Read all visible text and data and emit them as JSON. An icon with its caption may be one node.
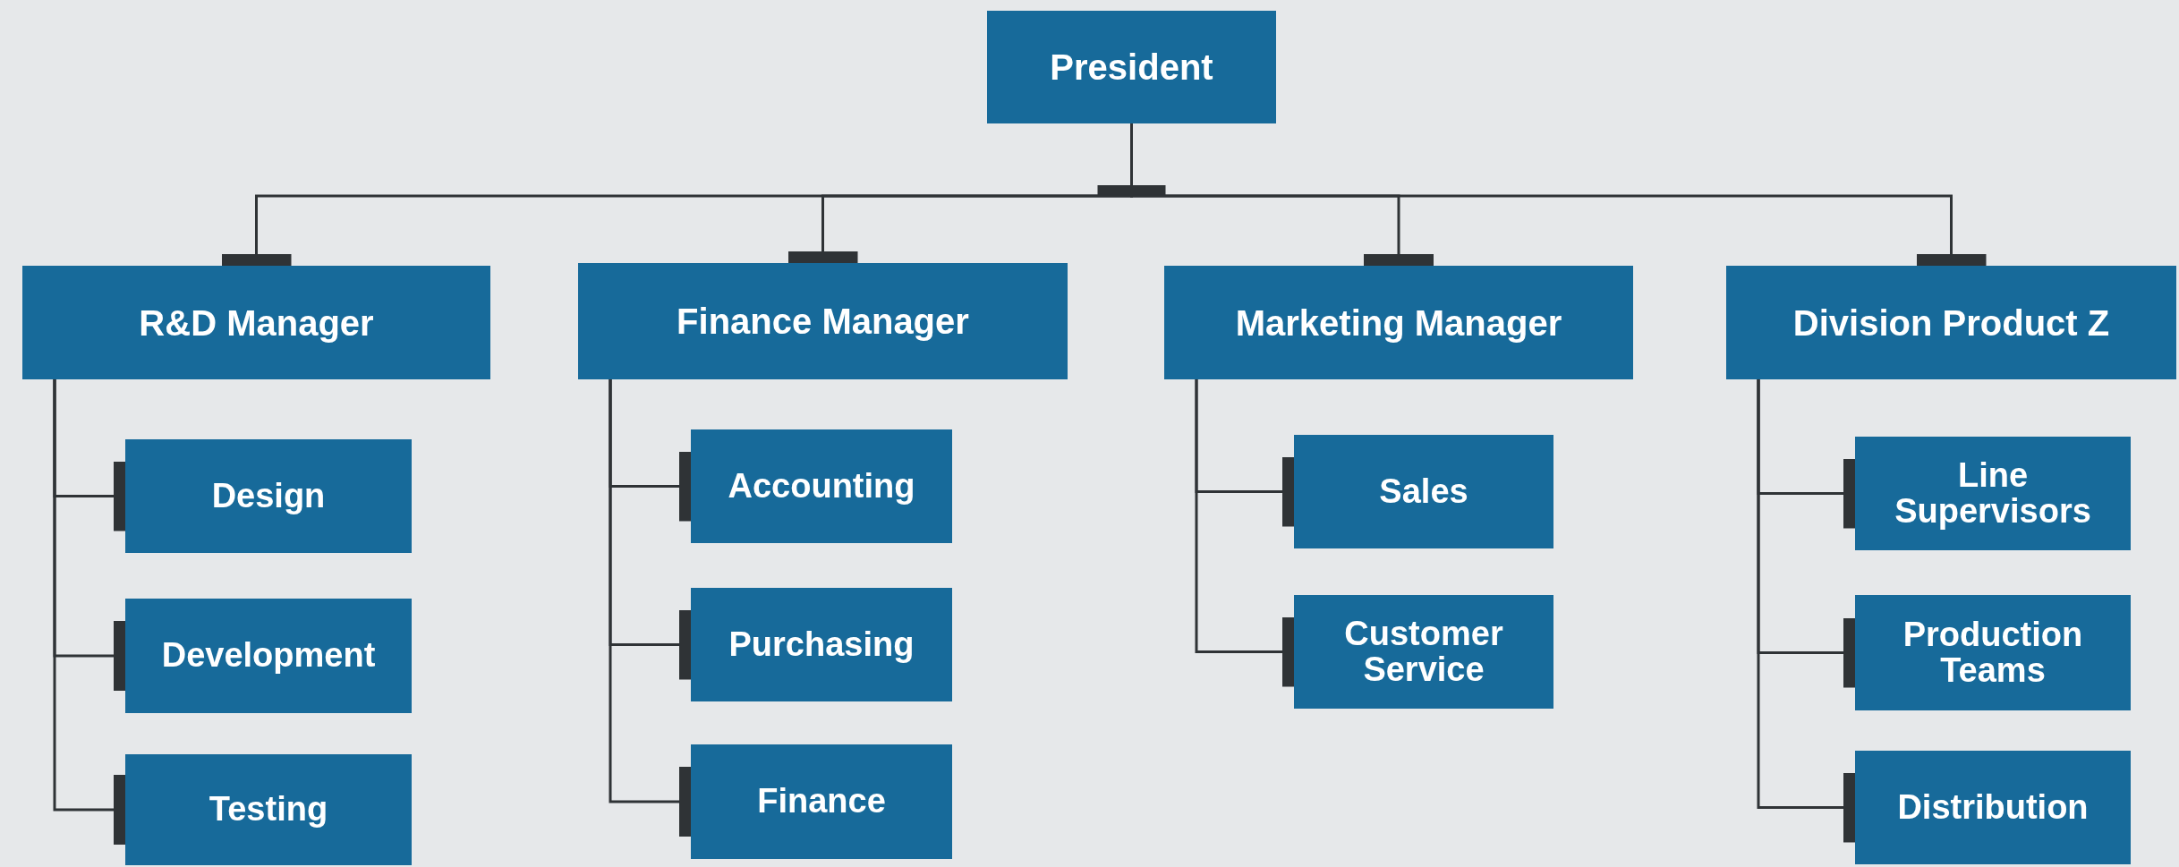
{
  "diagram": {
    "nodes": [
      {
        "text": [
          "President"
        ]
      },
      {
        "text": [
          "R&D Manager"
        ]
      },
      {
        "text": [
          "Finance Manager"
        ]
      },
      {
        "text": [
          "Marketing Manager"
        ]
      },
      {
        "text": [
          "Division Product Z"
        ]
      },
      {
        "text": [
          "Design"
        ]
      },
      {
        "text": [
          "Development"
        ]
      },
      {
        "text": [
          "Testing"
        ]
      },
      {
        "text": [
          "Accounting"
        ]
      },
      {
        "text": [
          "Purchasing"
        ]
      },
      {
        "text": [
          "Finance"
        ]
      },
      {
        "text": [
          "Sales"
        ]
      },
      {
        "text": [
          "Customer Service"
        ]
      },
      {
        "text": [
          "Line Supervisors"
        ]
      },
      {
        "text": [
          "Production Teams"
        ]
      },
      {
        "text": [
          "Distribution"
        ]
      }
    ],
    "edges": [
      {
        "from": 0,
        "to": 1,
        "arrow": "other"
      },
      {
        "from": 0,
        "to": 2,
        "arrow": "other"
      },
      {
        "from": 0,
        "to": 3,
        "arrow": "other"
      },
      {
        "from": 0,
        "to": 4,
        "arrow": "other"
      },
      {
        "from": 1,
        "to": 5,
        "arrow": "other"
      },
      {
        "from": 1,
        "to": 6,
        "arrow": "other"
      },
      {
        "from": 1,
        "to": 7,
        "arrow": "other"
      },
      {
        "from": 2,
        "to": 8,
        "arrow": "other"
      },
      {
        "from": 2,
        "to": 9,
        "arrow": "other"
      },
      {
        "from": 2,
        "to": 10,
        "arrow": "other"
      },
      {
        "from": 3,
        "to": 11,
        "arrow": "other"
      },
      {
        "from": 3,
        "to": 12,
        "arrow": "other"
      },
      {
        "from": 4,
        "to": 13,
        "arrow": "other"
      },
      {
        "from": 4,
        "to": 14,
        "arrow": "other"
      },
      {
        "from": 4,
        "to": 15,
        "arrow": "other"
      }
    ]
  }
}
